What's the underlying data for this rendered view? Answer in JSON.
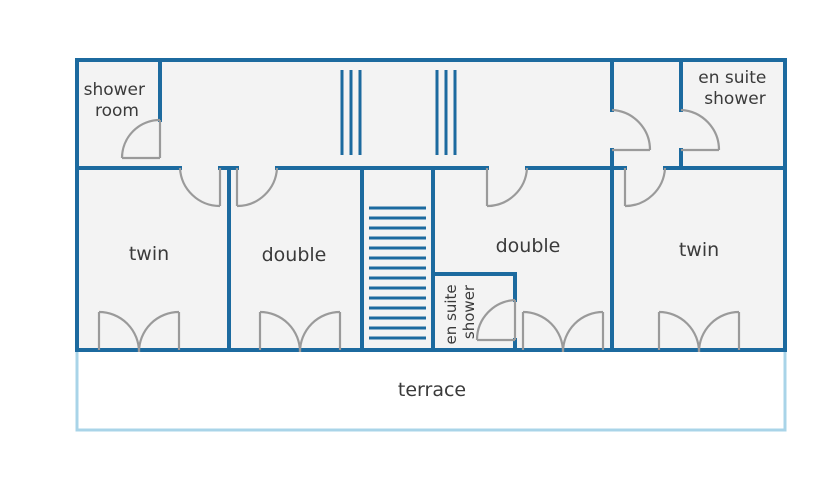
{
  "colors": {
    "wall": "#1c6a9f",
    "terrace_border": "#a9d4e8",
    "floor": "#f3f3f3",
    "terrace_fill": "#ffffff",
    "door": "#9a9a9a",
    "text": "#3a3a3a"
  },
  "rooms": {
    "shower_room": [
      "shower",
      "room"
    ],
    "en_suite_shower_top": [
      "en suite",
      "shower"
    ],
    "twin_left": "twin",
    "double_left": "double",
    "double_right": "double",
    "en_suite_shower_small": [
      "en suite",
      "shower"
    ],
    "twin_right": "twin",
    "terrace": "terrace"
  }
}
